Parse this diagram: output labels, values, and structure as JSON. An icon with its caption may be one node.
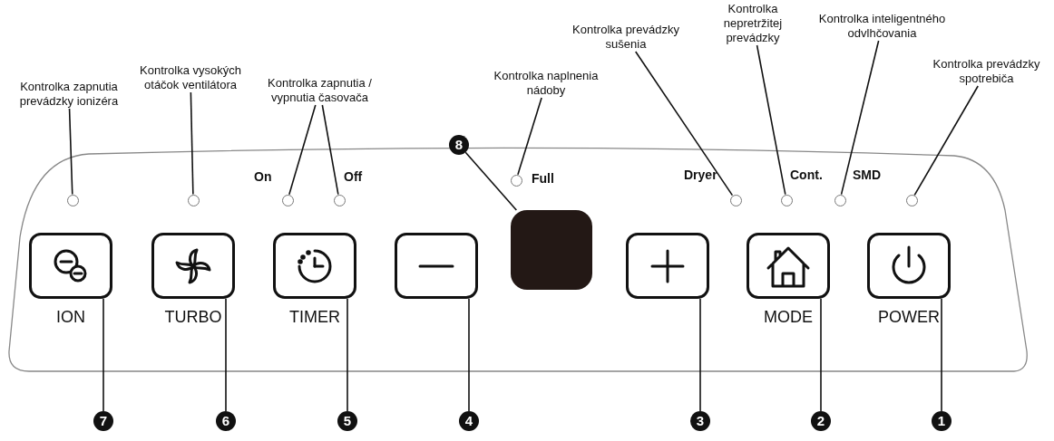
{
  "diagram": {
    "nodes": [
      {
        "text": [
          "Kontrolka zapnutia prevádzky ionizéra"
        ]
      },
      {
        "text": [
          "Kontrolka vysokých otáčok ventilátora"
        ]
      },
      {
        "text": [
          "Kontrolka zapnutia / vypnutia časovača"
        ]
      },
      {
        "text": [
          "Kontrolka naplnenia nádoby"
        ]
      },
      {
        "text": [
          "Kontrolka prevádzky sušenia"
        ]
      },
      {
        "text": [
          "Kontrolka nepretržitej prevádzky"
        ]
      },
      {
        "text": [
          "Kontrolka inteligentného odvlhčovania"
        ]
      },
      {
        "text": [
          "Kontrolka prevádzky spotrebiča"
        ]
      },
      {
        "text": [],
        "shape": "circle"
      },
      {
        "text": [],
        "shape": "circle"
      },
      {
        "text": [],
        "shape": "circle",
        "beside": [
          "On"
        ]
      },
      {
        "text": [],
        "shape": "circle",
        "beside": [
          "Off"
        ]
      },
      {
        "text": [],
        "shape": "circle",
        "beside": [
          "Full"
        ]
      },
      {
        "text": [],
        "shape": "circle",
        "beside": [
          "Dryer"
        ]
      },
      {
        "text": [],
        "shape": "circle",
        "beside": [
          "Cont."
        ]
      },
      {
        "text": [],
        "shape": "circle",
        "beside": [
          "SMD"
        ]
      },
      {
        "text": [],
        "shape": "circle"
      },
      {
        "text": [
          "ION"
        ]
      },
      {
        "text": [
          "TURBO"
        ]
      },
      {
        "text": [
          "TIMER"
        ]
      },
      {
        "text": [],
        "shape": "box"
      },
      {
        "text": [],
        "shape": "box"
      },
      {
        "text": [],
        "shape": "box"
      },
      {
        "text": [
          "MODE"
        ]
      },
      {
        "text": [
          "POWER"
        ]
      },
      {
        "text": [
          "8"
        ]
      },
      {
        "text": [
          "7"
        ]
      },
      {
        "text": [
          "6"
        ]
      },
      {
        "text": [
          "5"
        ]
      },
      {
        "text": [
          "4"
        ]
      },
      {
        "text": [
          "3"
        ]
      },
      {
        "text": [
          "2"
        ]
      },
      {
        "text": [
          "1"
        ]
      }
    ],
    "edges": [
      {
        "from": 0,
        "to": 8,
        "arrow": "none"
      },
      {
        "from": 1,
        "to": 9,
        "arrow": "none"
      },
      {
        "from": 2,
        "to": 10,
        "arrow": "none"
      },
      {
        "from": 2,
        "to": 11,
        "arrow": "none"
      },
      {
        "from": 3,
        "to": 12,
        "arrow": "none"
      },
      {
        "from": 4,
        "to": 13,
        "arrow": "none"
      },
      {
        "from": 5,
        "to": 14,
        "arrow": "none"
      },
      {
        "from": 6,
        "to": 15,
        "arrow": "none"
      },
      {
        "from": 7,
        "to": 16,
        "arrow": "none"
      },
      {
        "from": 25,
        "to": 21,
        "arrow": "none"
      },
      {
        "from": 26,
        "to": 17,
        "arrow": "none"
      },
      {
        "from": 27,
        "to": 18,
        "arrow": "none"
      },
      {
        "from": 28,
        "to": 19,
        "arrow": "none"
      },
      {
        "from": 29,
        "to": 20,
        "arrow": "none"
      },
      {
        "from": 30,
        "to": 22,
        "arrow": "none"
      },
      {
        "from": 31,
        "to": 23,
        "arrow": "none"
      },
      {
        "from": 32,
        "to": 24,
        "arrow": "none"
      }
    ]
  }
}
